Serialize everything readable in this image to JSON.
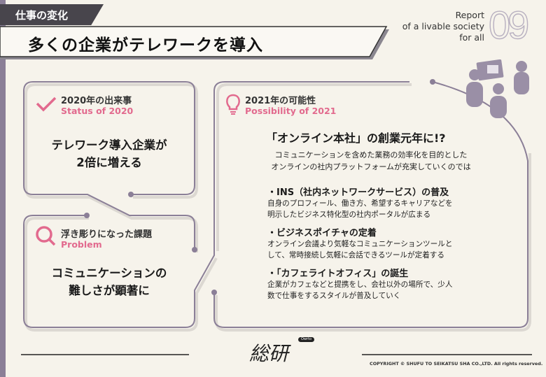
{
  "header": {
    "tag": "仕事の変化",
    "title": "多くの企業がテレワークを導入",
    "report": [
      "Report",
      "of a livable society",
      "for all"
    ],
    "number": "09"
  },
  "status": {
    "title_jp": "2020年の出来事",
    "title_en": "Status of 2020",
    "body": [
      "テレワーク導入企業が",
      "2倍に増える"
    ]
  },
  "problem": {
    "title_jp": "浮き彫りになった課題",
    "title_en": "Problem",
    "body": [
      "コミュニケーションの",
      "難しさが顕著に"
    ]
  },
  "possibility": {
    "title_jp": "2021年の可能性",
    "title_en": "Possibility of 2021",
    "headline": "「オンライン本社」の創業元年に!?",
    "desc": [
      "コミュニケーションを含めた業務の効率化を目的とした",
      "オンラインの社内プラットフォームが充実していくのでは"
    ],
    "bullets": [
      {
        "title": "・INS（社内ネットワークサービス）の普及",
        "body": [
          "自身のプロフィール、働き方、希望するキャリアなどを",
          "明示したビジネス特化型の社内ポータルが広まる"
        ]
      },
      {
        "title": "・ビジネスポイチャの定着",
        "body": [
          "オンライン会議より気軽なコミュニケーションツールと",
          "して、常時接続し気軽に会話できるツールが定着する"
        ]
      },
      {
        "title": "・「カフェライトオフィス」の誕生",
        "body": [
          "企業がカフェなどと提携をし、会社以外の場所で、少人",
          "数で仕事をするスタイルが普及していく"
        ]
      }
    ]
  },
  "footer": {
    "logo": "総研",
    "logo_badge": "Owrto",
    "copyright": "COPYRIGHT © SHUFU TO SEIKATSU SHA CO.,LTD. All rights reserved."
  },
  "colors": {
    "accent": "#e26a8e",
    "frame": "#8b7f97",
    "dark": "#48454c"
  }
}
